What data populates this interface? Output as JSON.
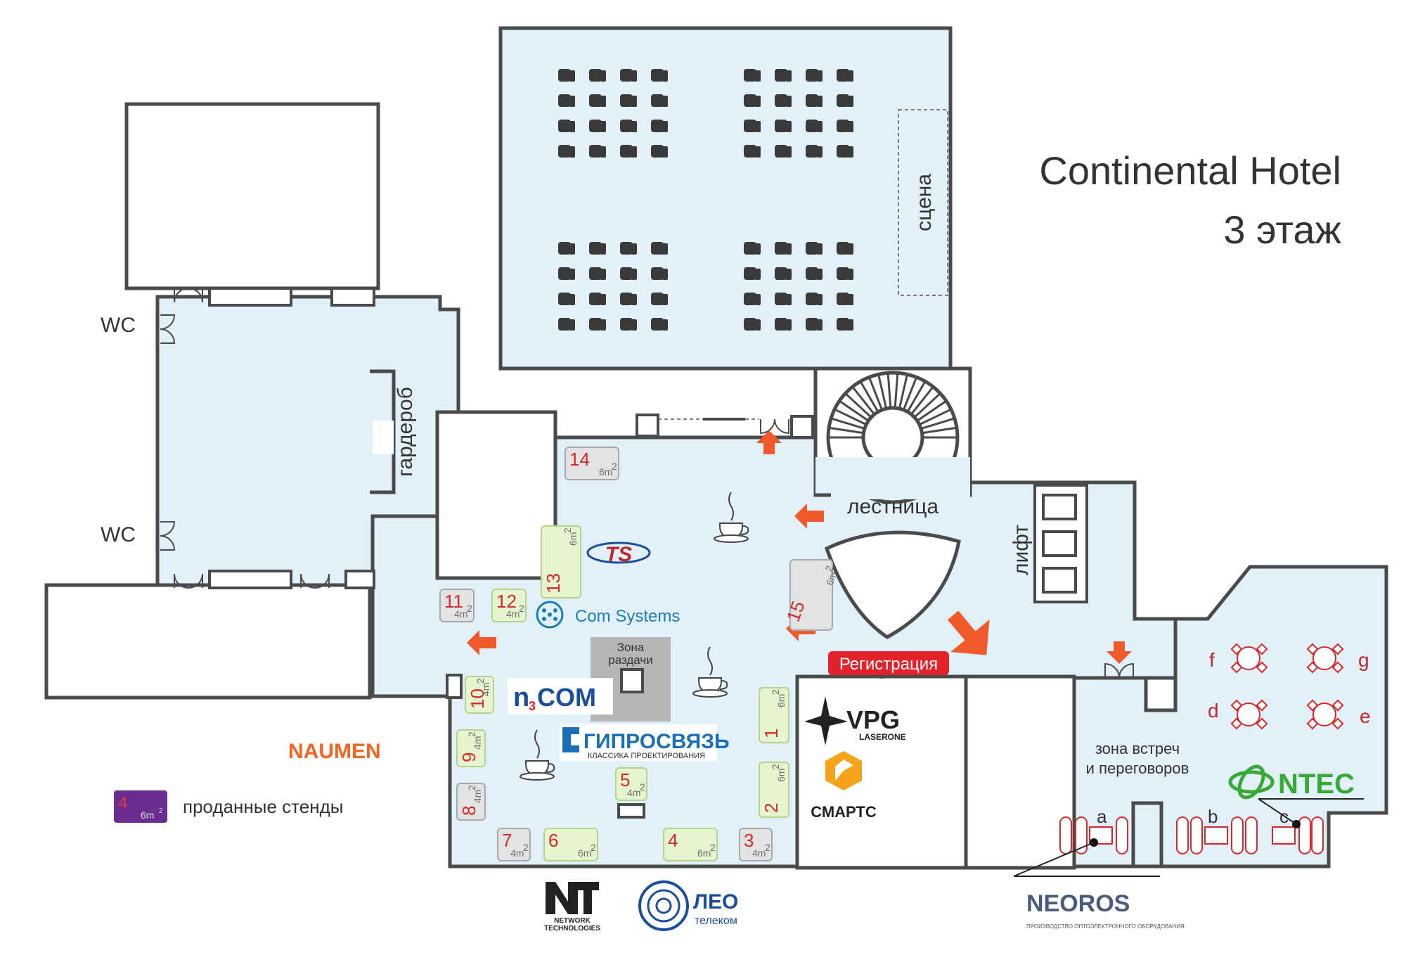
{
  "title": {
    "line1": "Continental Hotel",
    "line2": "3 этаж"
  },
  "rooms": {
    "wc_top": "WC",
    "wc_bottom": "WC",
    "wardrobe": "гардероб",
    "stage": "сцена",
    "stairs": "лестница",
    "elevator": "лифт",
    "registration": "Регистрация",
    "food_zone_line1": "Зона",
    "food_zone_line2": "раздачи",
    "meeting_zone_line1": "зона встреч",
    "meeting_zone_line2": "и переговоров"
  },
  "stands": [
    {
      "num": "14",
      "area": "6m",
      "sup": "2",
      "status": "available"
    },
    {
      "num": "13",
      "area": "6m",
      "sup": "2",
      "status": "sold"
    },
    {
      "num": "15",
      "area": "6m",
      "sup": "2",
      "status": "available"
    },
    {
      "num": "11",
      "area": "4m",
      "sup": "2",
      "status": "available"
    },
    {
      "num": "12",
      "area": "4m",
      "sup": "2",
      "status": "sold"
    },
    {
      "num": "10",
      "area": "4m",
      "sup": "2",
      "status": "sold"
    },
    {
      "num": "9",
      "area": "4m",
      "sup": "2",
      "status": "sold"
    },
    {
      "num": "8",
      "area": "4m",
      "sup": "2",
      "status": "available"
    },
    {
      "num": "7",
      "area": "4m",
      "sup": "2",
      "status": "available"
    },
    {
      "num": "6",
      "area": "6m",
      "sup": "2",
      "status": "sold"
    },
    {
      "num": "5",
      "area": "4m",
      "sup": "2",
      "status": "sold"
    },
    {
      "num": "4",
      "area": "6m",
      "sup": "2",
      "status": "sold"
    },
    {
      "num": "3",
      "area": "4m",
      "sup": "2",
      "status": "available"
    },
    {
      "num": "1",
      "area": "6m",
      "sup": "2",
      "status": "sold"
    },
    {
      "num": "2",
      "area": "6m",
      "sup": "2",
      "status": "sold"
    }
  ],
  "meeting_tables": [
    "f",
    "g",
    "d",
    "e"
  ],
  "meeting_booths": [
    "a",
    "b",
    "c"
  ],
  "legend": {
    "num": "4",
    "area": "6m",
    "sup": "2",
    "label": "проданные стенды"
  },
  "logos": {
    "comsystems": "Com Systems",
    "n3com_a": "n",
    "n3com_b": "3",
    "n3com_c": "COM",
    "giprosvyaz": "ГИПРОСВЯЗЬ",
    "giprosvyaz_sub": "КЛАССИКА ПРОЕКТИРОВАНИЯ",
    "naumen": "NAUMEN",
    "vpg": "VPG",
    "vpg_sub": "LASERONE",
    "smarts": "СМАРТС",
    "ntec": "NTEC",
    "neoros": "NEOROS",
    "neoros_sub": "ПРОИЗВОДСТВО ОПТОЭЛЕКТРОННОГО ОБОРУДОВАНИЯ",
    "nt_sub1": "NETWORK",
    "nt_sub2": "TECHNOLOGIES",
    "leo": "ЛЕО",
    "leo_sub": "телеком"
  },
  "colors": {
    "floor": "#e2f1f9",
    "walls": "#4a4a4a",
    "sold_stand": "#e6f4cf",
    "free_stand": "#e3e3e3",
    "stand_number": "#d42a2a",
    "arrows": "#f0592a",
    "registration": "#e3222b",
    "legend_sold": "#6a2c91",
    "naumen": "#f26522",
    "ntec": "#38a935",
    "comsystems": "#1b7fb5"
  }
}
